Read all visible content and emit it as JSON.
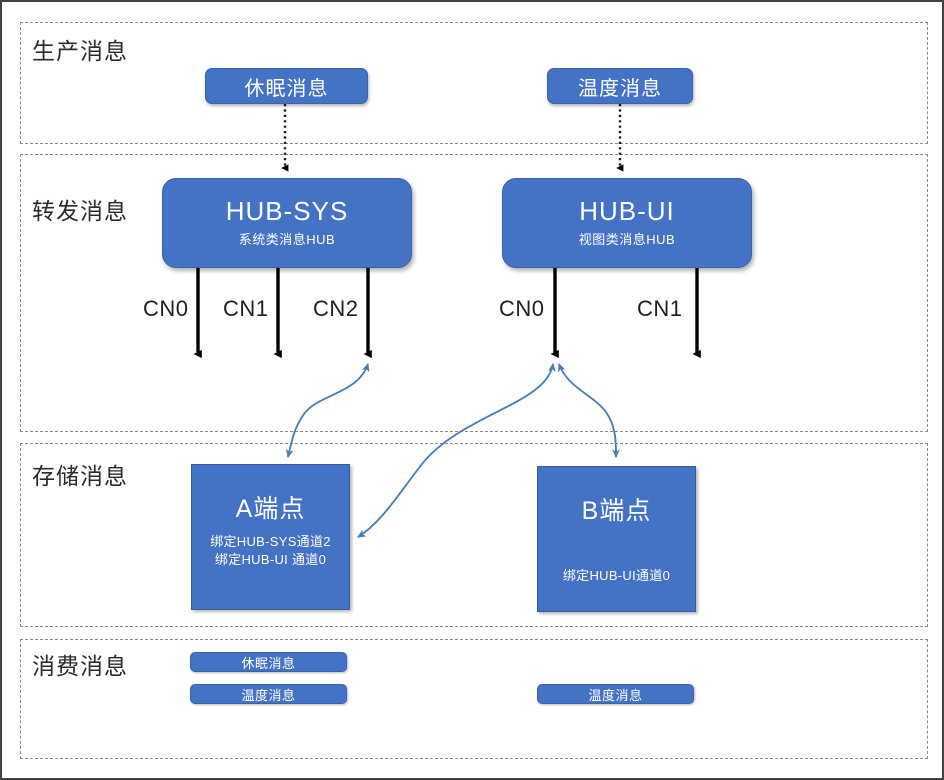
{
  "diagram": {
    "sections": [
      {
        "id": "produce",
        "title": "生产消息"
      },
      {
        "id": "forward",
        "title": "转发消息"
      },
      {
        "id": "store",
        "title": "存储消息"
      },
      {
        "id": "consume",
        "title": "消费消息"
      }
    ],
    "producers": [
      {
        "label": "休眠消息"
      },
      {
        "label": "温度消息"
      }
    ],
    "hubs": [
      {
        "title": "HUB-SYS",
        "subtitle": "系统类消息HUB",
        "channels": [
          "CN0",
          "CN1",
          "CN2"
        ]
      },
      {
        "title": "HUB-UI",
        "subtitle": "视图类消息HUB",
        "channels": [
          "CN0",
          "CN1"
        ]
      }
    ],
    "endpoints": [
      {
        "title": "A端点",
        "bindings": [
          "绑定HUB-SYS通道2",
          "绑定HUB-UI  通道0"
        ]
      },
      {
        "title": "B端点",
        "bindings": [
          "绑定HUB-UI通道0"
        ]
      }
    ],
    "consumers": [
      {
        "label": "休眠消息"
      },
      {
        "label": "温度消息"
      },
      {
        "label": "温度消息"
      }
    ],
    "colors": {
      "box_fill": "#4472C4",
      "box_border": "#3b63ad",
      "panel_border": "#8a8a8a",
      "frame_border": "#404040",
      "solid_arrow": "#000000",
      "curved_arrow": "#4a7ebb",
      "text_dark": "#2b2b2b",
      "text_light": "#ffffff"
    }
  }
}
